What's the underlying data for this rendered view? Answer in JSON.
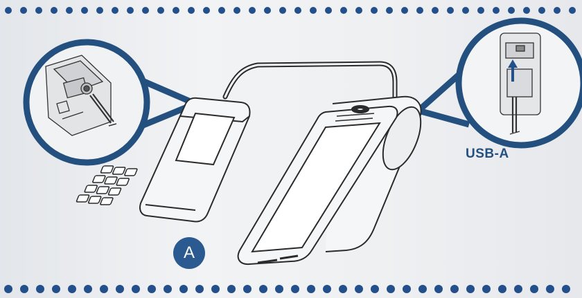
{
  "figure": {
    "usb_label": "USB-A",
    "step_badge": "A"
  },
  "colors": {
    "accent_blue": "#24507f",
    "dot_blue": "#23508a",
    "line_art": "#2b2b2b",
    "paper": "#eef0f2"
  },
  "icons": {
    "top_border": "dotted-border",
    "bottom_border": "dotted-border",
    "left_callout": "zoom-callout-magnifier",
    "right_callout": "zoom-callout-magnifier",
    "upload_arrow": "arrow-up-icon"
  }
}
